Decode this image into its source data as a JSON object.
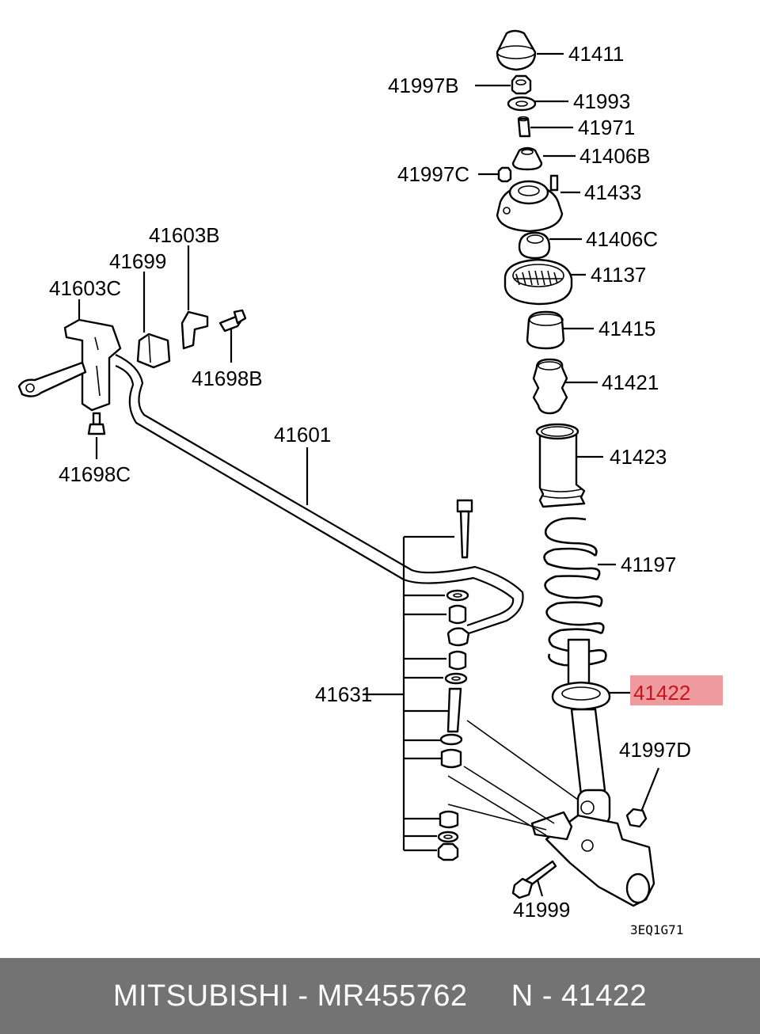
{
  "labels": {
    "p41411": "41411",
    "p41997B": "41997B",
    "p41993": "41993",
    "p41971": "41971",
    "p41406B": "41406B",
    "p41997C": "41997C",
    "p41433": "41433",
    "p41406C": "41406C",
    "p41137": "41137",
    "p41415": "41415",
    "p41421": "41421",
    "p41423": "41423",
    "p41197": "41197",
    "p41422": "41422",
    "p41997D": "41997D",
    "p41999": "41999",
    "p41631": "41631",
    "p41601": "41601",
    "p41603B": "41603B",
    "p41699": "41699",
    "p41603C": "41603C",
    "p41698B": "41698B",
    "p41698C": "41698C"
  },
  "diagram_code": "3EQ1G71",
  "highlight": {
    "part": "41422",
    "color": "#ee9a9f",
    "text_color": "#c8151b"
  },
  "footer": {
    "text": "MITSUBISHI - MR455762     N - 41422",
    "background": "#737373"
  }
}
